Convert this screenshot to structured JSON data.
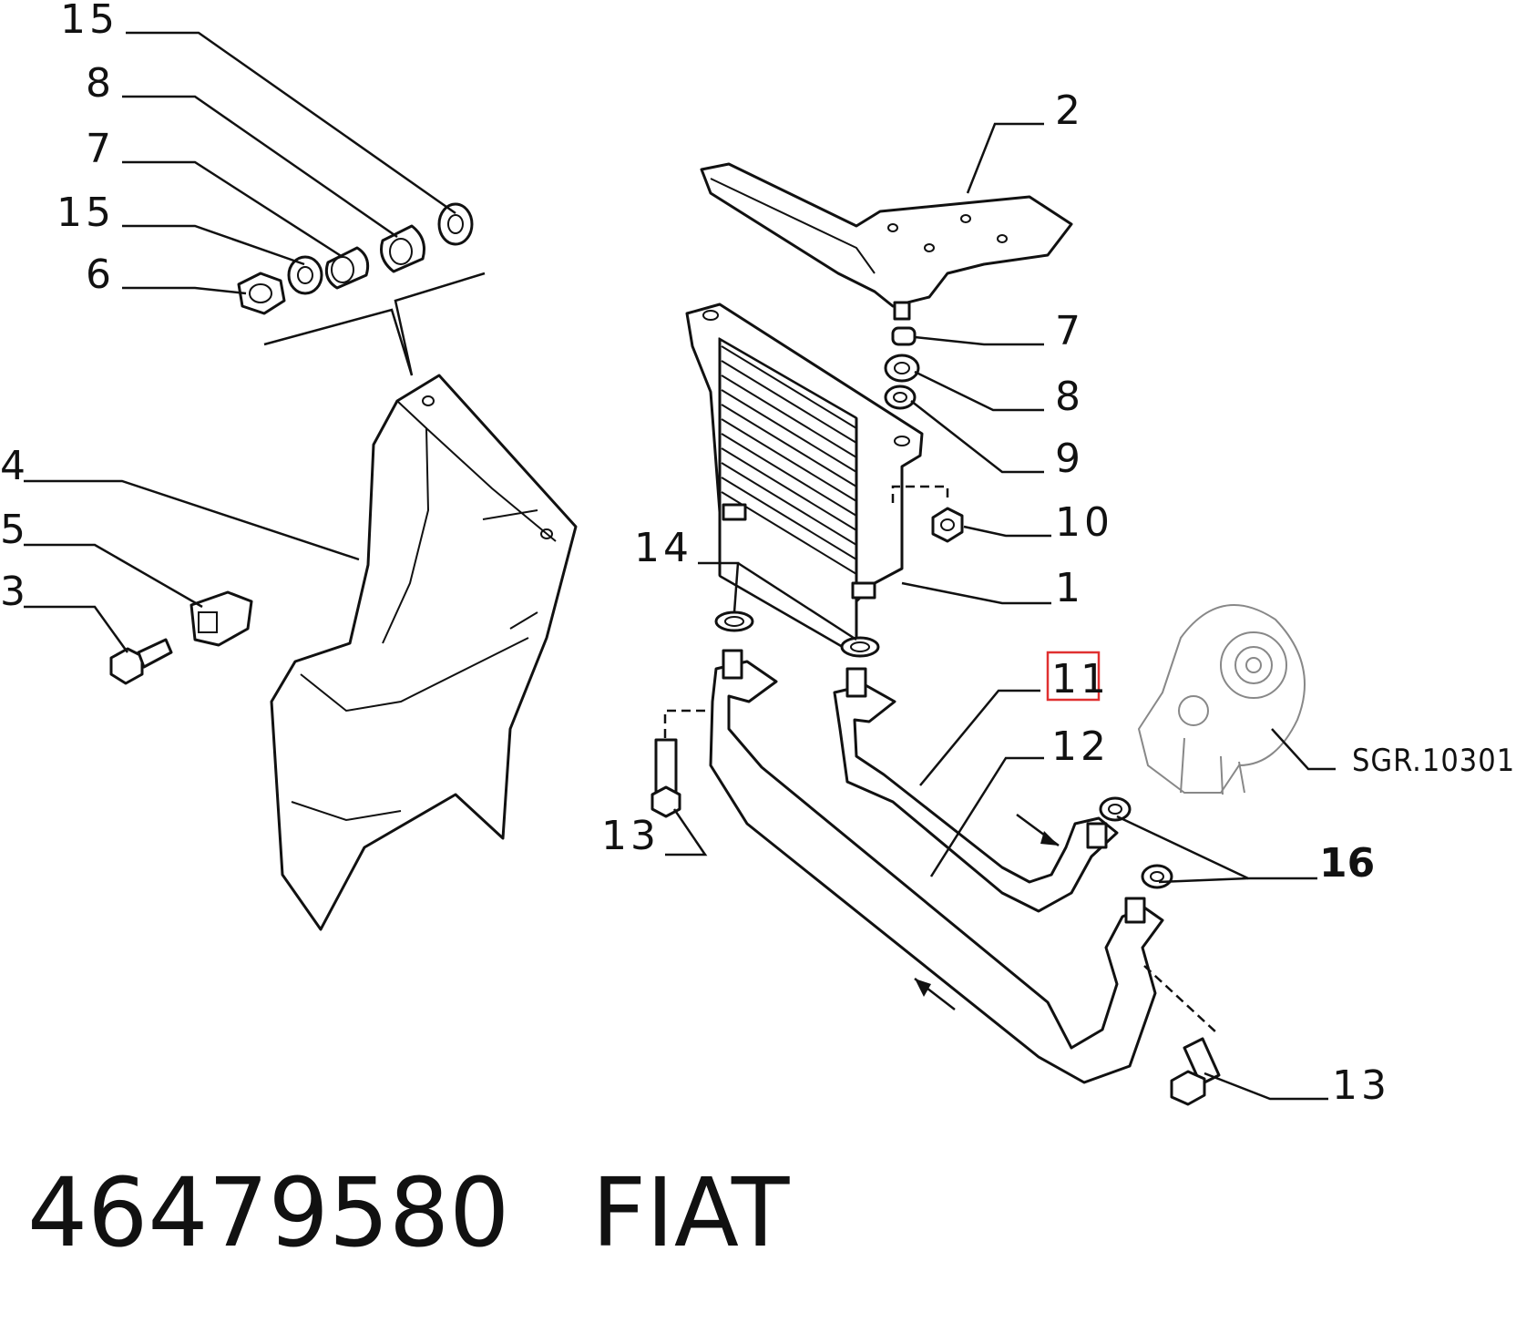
{
  "callouts": {
    "c15_top": "15",
    "c8_left": "8",
    "c7_left": "7",
    "c15_mid": "15",
    "c6": "6",
    "c4": "4",
    "c5": "5",
    "c3": "3",
    "c2": "2",
    "c7_right": "7",
    "c8_right": "8",
    "c9": "9",
    "c10": "10",
    "c1": "1",
    "c14": "14",
    "c11": "11",
    "c12": "12",
    "c13_left": "13",
    "c16": "16",
    "c13_right": "13",
    "sgr": "SGR.10301"
  },
  "highlight": {
    "label": "11",
    "color": "#e03030"
  },
  "footer": {
    "part_number": "46479580",
    "brand": "FIAT"
  }
}
